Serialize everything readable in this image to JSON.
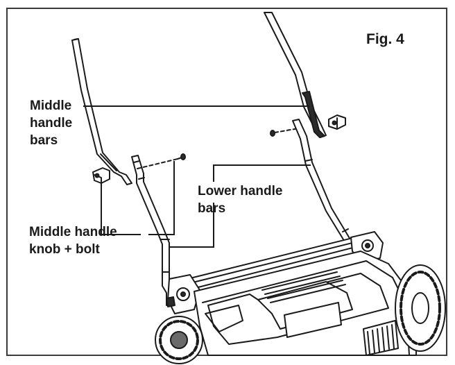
{
  "figure": {
    "label": "Fig. 4",
    "colors": {
      "ink": "#1a1a1a",
      "frame": "#3a3a3a",
      "dark_fill": "#2b2b2b",
      "mid_fill": "#6a6a6a"
    },
    "callouts": {
      "middle_handle_bars": [
        "Middle",
        "handle",
        "bars"
      ],
      "lower_handle_bars": [
        "Lower handle",
        "bars"
      ],
      "middle_handle_knob_bolt": [
        "Middle handle",
        "knob + bolt"
      ]
    }
  }
}
